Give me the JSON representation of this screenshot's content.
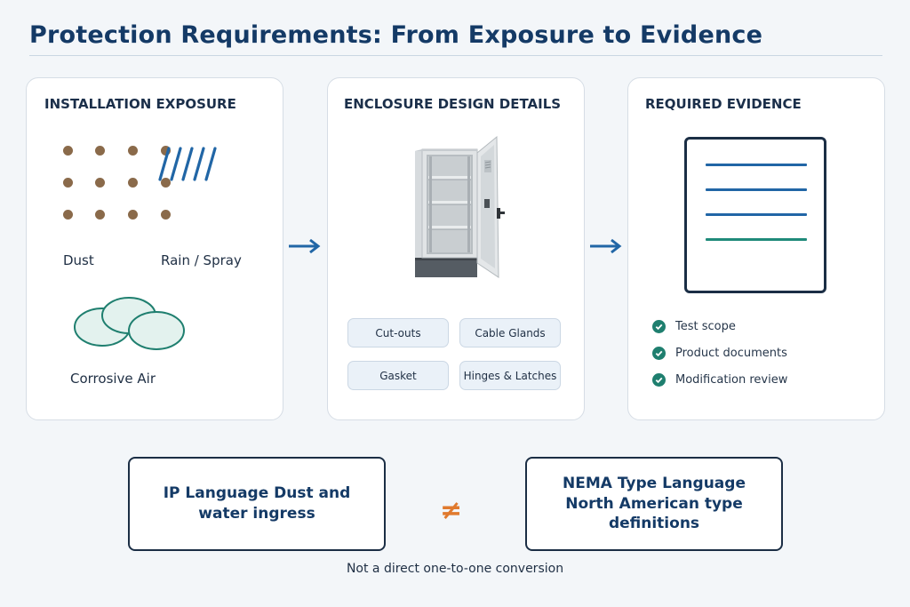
{
  "title": "Protection Requirements: From Exposure to Evidence",
  "panels": {
    "exposure": {
      "heading": "INSTALLATION EXPOSURE",
      "items": {
        "dust": "Dust",
        "rain": "Rain / Spray",
        "corrosive": "Corrosive Air"
      }
    },
    "design": {
      "heading": "ENCLOSURE DESIGN DETAILS",
      "chips": [
        "Cut-outs",
        "Cable Glands",
        "Gasket",
        "Hinges & Latches"
      ]
    },
    "evidence": {
      "heading": "REQUIRED EVIDENCE",
      "checklist": [
        "Test scope",
        "Product documents",
        "Modification review"
      ]
    }
  },
  "comparison": {
    "ip_box": "IP Language Dust and water ingress",
    "nema_box": "NEMA Type Language North American type definitions",
    "symbol": "≠",
    "note": "Not a direct one-to-one conversion"
  },
  "icons": {
    "flow_arrow": "right-arrow-icon",
    "checklist": "check-circle-icon",
    "document": "document-icon",
    "dust": "dust-dots-icon",
    "rain": "rain-spray-icon",
    "corrosive": "corrosive-air-icon",
    "enclosure": "enclosure-cabinet-image"
  },
  "colors": {
    "title": "#143a66",
    "arrow": "#2166a6",
    "check": "#1f7f6f",
    "not_equal": "#e07a2e",
    "dust": "#8a6a4a",
    "rain": "#2166a6",
    "corrosive_fill": "#e3f2ee",
    "corrosive_stroke": "#1f7f6f"
  }
}
